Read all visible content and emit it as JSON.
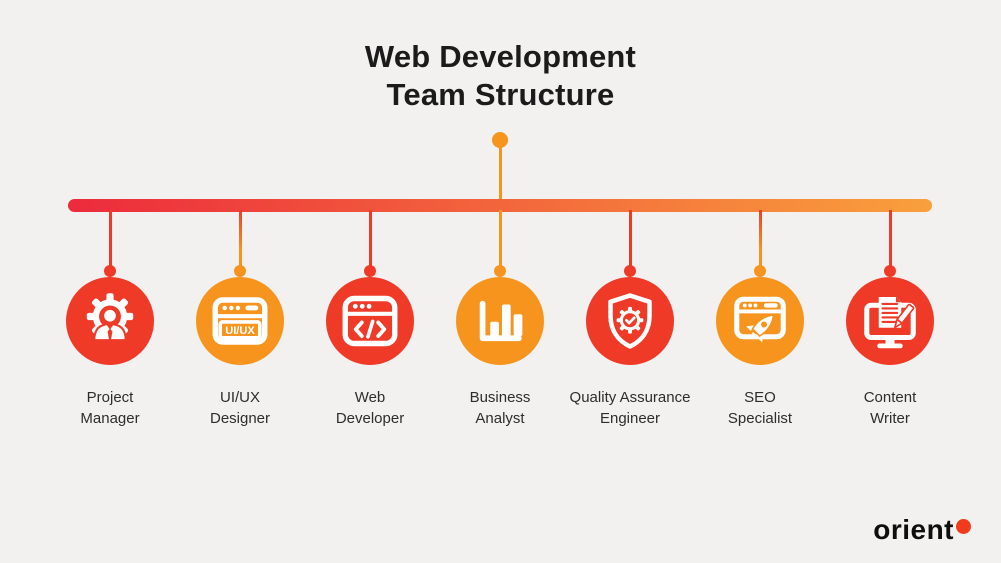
{
  "title": {
    "line1": "Web Development",
    "line2": "Team Structure"
  },
  "colors": {
    "red": "#EF3A28",
    "orange": "#F7941E",
    "line_red_top": "#E8402B",
    "bar_gradient_start": "#EC2B3C",
    "bar_gradient_end": "#F9A03C",
    "background": "#F2F1EF",
    "title_text": "#1B1B1B",
    "label_text": "#2D2D2D",
    "logo_text": "#0E0E0E",
    "logo_dot": "#F23A1D"
  },
  "roles": [
    {
      "label_line1": "Project",
      "label_line2": "Manager",
      "icon": "gear-person-icon",
      "color": "red",
      "line_fade_from_red": false
    },
    {
      "label_line1": "UI/UX",
      "label_line2": "Designer",
      "icon": "browser-uiux-icon",
      "color": "orange",
      "line_fade_from_red": true,
      "badge": "UI/UX"
    },
    {
      "label_line1": "Web",
      "label_line2": "Developer",
      "icon": "browser-code-icon",
      "color": "red",
      "line_fade_from_red": false
    },
    {
      "label_line1": "Business",
      "label_line2": "Analyst",
      "icon": "bar-chart-icon",
      "color": "orange",
      "line_fade_from_red": false
    },
    {
      "label_line1": "Quality Assurance",
      "label_line2": "Engineer",
      "icon": "shield-check-icon",
      "color": "red",
      "line_fade_from_red": false
    },
    {
      "label_line1": "SEO",
      "label_line2": "Specialist",
      "icon": "browser-rocket-icon",
      "color": "orange",
      "line_fade_from_red": true
    },
    {
      "label_line1": "Content",
      "label_line2": "Writer",
      "icon": "monitor-writing-icon",
      "color": "red",
      "line_fade_from_red": false
    }
  ],
  "logo": {
    "text": "orient"
  }
}
